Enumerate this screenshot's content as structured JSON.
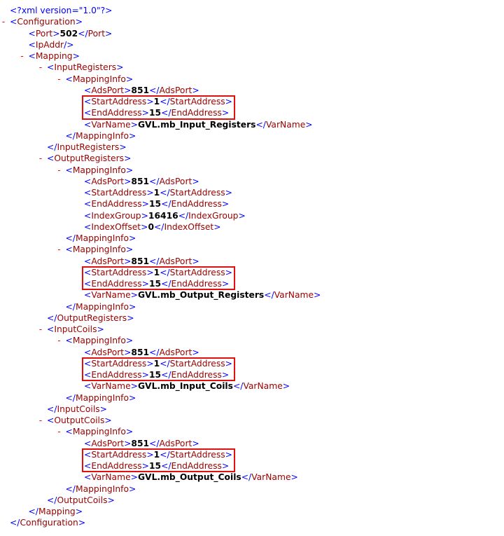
{
  "xml_declaration": "<?xml version=\"1.0\"?>",
  "toggle_symbol": "-",
  "brackets": {
    "open": "<",
    "close": ">",
    "end_open": "</",
    "self_close": "/>"
  },
  "tags": {
    "configuration": "Configuration",
    "port": "Port",
    "ipaddr": "IpAddr",
    "mapping": "Mapping",
    "input_registers": "InputRegisters",
    "output_registers": "OutputRegisters",
    "input_coils": "InputCoils",
    "output_coils": "OutputCoils",
    "mapping_info": "MappingInfo",
    "ads_port": "AdsPort",
    "start_address": "StartAddress",
    "end_address": "EndAddress",
    "var_name": "VarName",
    "index_group": "IndexGroup",
    "index_offset": "IndexOffset"
  },
  "values": {
    "port": "502",
    "input_registers": {
      "ads_port": "851",
      "start_address": "1",
      "end_address": "15",
      "var_name": "GVL.mb_Input_Registers"
    },
    "output_registers": {
      "index_mapping": {
        "ads_port": "851",
        "start_address": "1",
        "end_address": "15",
        "index_group": "16416",
        "index_offset": "0"
      },
      "var_mapping": {
        "ads_port": "851",
        "start_address": "1",
        "end_address": "15",
        "var_name": "GVL.mb_Output_Registers"
      }
    },
    "input_coils": {
      "ads_port": "851",
      "start_address": "1",
      "end_address": "15",
      "var_name": "GVL.mb_Input_Coils"
    },
    "output_coils": {
      "ads_port": "851",
      "start_address": "1",
      "end_address": "15",
      "var_name": "GVL.mb_Output_Coils"
    }
  },
  "colors": {
    "bracket": "#0000ff",
    "tag": "#990000",
    "value": "#000000",
    "toggle": "#ff0000",
    "highlight": "#e01010"
  }
}
